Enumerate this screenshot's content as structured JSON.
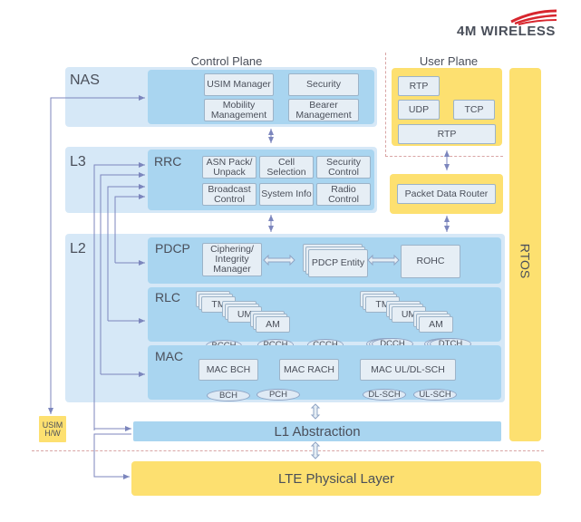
{
  "logo": {
    "text": "4M WIRELESS",
    "accent": "#d7262e"
  },
  "control_plane": {
    "title": "Control Plane"
  },
  "user_plane": {
    "title": "User Plane",
    "boxes": [
      "RTP",
      "UDP",
      "TCP",
      "RTP"
    ],
    "router": "Packet Data Router"
  },
  "nas": {
    "label": "NAS",
    "boxes": [
      "USIM Manager",
      "Security",
      "Mobility Management",
      "Bearer Management"
    ]
  },
  "l3": {
    "label": "L3",
    "rrc": "RRC",
    "boxes": [
      "ASN Pack/ Unpack",
      "Cell Selection",
      "Security Control",
      "Broadcast Control",
      "System Info",
      "Radio Control"
    ]
  },
  "l2": {
    "label": "L2",
    "pdcp": {
      "label": "PDCP",
      "cipher": "Ciphering/ Integrity Manager",
      "entity": "PDCP Entity",
      "rohc": "ROHC"
    },
    "rlc": {
      "label": "RLC",
      "modes": [
        "TM",
        "UM",
        "AM"
      ]
    },
    "logical_channels": [
      "BCCH",
      "PCCH",
      "CCCH",
      "DCCH",
      "DTCH"
    ],
    "mac": {
      "label": "MAC",
      "boxes": [
        "MAC BCH",
        "MAC RACH",
        "MAC UL/DL-SCH"
      ]
    },
    "transport_channels": [
      "BCH",
      "PCH",
      "DL-SCH",
      "UL-SCH"
    ]
  },
  "usim_hw": "USIM H/W",
  "l1": "L1 Abstraction",
  "phy": "LTE Physical Layer",
  "rtos": "RTOS",
  "colors": {
    "layer_bg": "#d6e8f7",
    "inner_bg": "#a9d5f0",
    "yellow": "#fde070",
    "arrow": "#7c86bd",
    "divider": "#d9a5a5"
  }
}
